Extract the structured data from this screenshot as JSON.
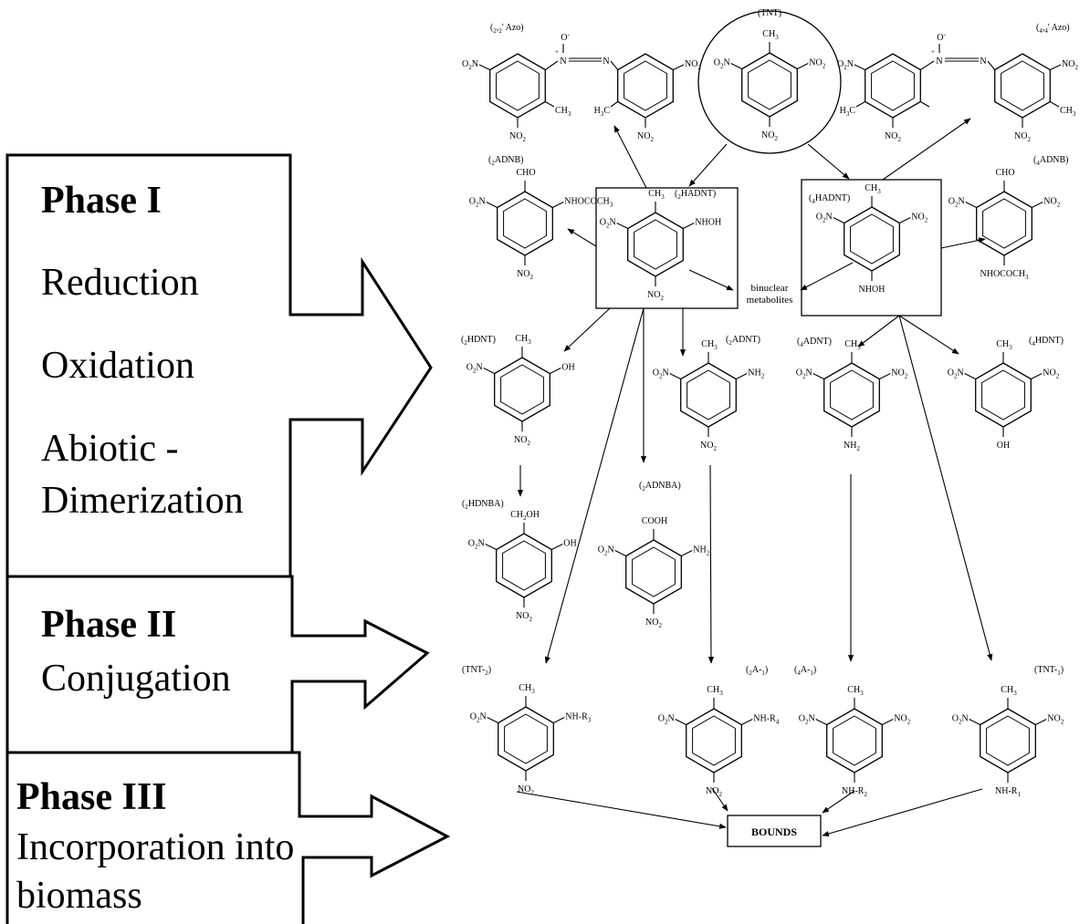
{
  "phases": [
    {
      "title": "Phase I",
      "items": [
        "Reduction",
        "Oxidation",
        "Abiotic -",
        "Dimerization"
      ]
    },
    {
      "title": "Phase II",
      "items": [
        "Conjugation"
      ]
    },
    {
      "title": "Phase III",
      "items": [
        "Incorporation into",
        "biomass"
      ]
    }
  ],
  "compounds": {
    "tnt": {
      "label": "(TNT)",
      "top": "CH3",
      "left": "O2N",
      "right": "NO2",
      "bottom": "NO2"
    },
    "azo22": {
      "label": "(2,2' Azo)",
      "ring1_left": "O2N",
      "ring1_bottom": "NO2",
      "ring1_sub": "CH3",
      "ring2_sub": "H3C",
      "ring2_right": "NO2",
      "ring2_bottom": "NO2",
      "oxide": "O-",
      "plus": "+",
      "n1": "N",
      "n2": "N"
    },
    "azo44": {
      "label": "(4,4' Azo)",
      "ring1_left": "O2N",
      "ring1_bottom": "NO2",
      "ring1_sub": "H3C",
      "ring2_sub": "CH3",
      "ring2_right": "NO2",
      "ring2_bottom": "NO2",
      "oxide": "O-",
      "plus": "+",
      "n1": "N",
      "n2": "N"
    },
    "adnb2": {
      "label": "(2ADNB)",
      "top": "CHO",
      "left": "O2N",
      "right": "NHOCOCH3",
      "bottom": "NO2"
    },
    "hadnt2": {
      "label": "(2HADNT)",
      "top": "CH3",
      "left": "O2N",
      "right": "NHOH",
      "bottom": "NO2"
    },
    "hadnt4": {
      "label": "(4HADNT)",
      "top": "CH3",
      "left": "O2N",
      "right": "NO2",
      "bottom": "NHOH"
    },
    "adnb4": {
      "label": "(4ADNB)",
      "top": "CHO",
      "left": "O2N",
      "right": "NO2",
      "bottom": "NHOCOCH3"
    },
    "binuclear": {
      "line1": "binuclear",
      "line2": "metabolites"
    },
    "hdnt2": {
      "label": "(2HDNT)",
      "top": "CH3",
      "left": "O2N",
      "right": "OH",
      "bottom": "NO2"
    },
    "adnt2": {
      "label": "(2ADNT)",
      "top": "CH3",
      "left": "O2N",
      "right": "NH2",
      "bottom": "NO2"
    },
    "adnt4": {
      "label": "(4ADNT)",
      "top": "CH3",
      "left": "O2N",
      "right": "NO2",
      "bottom": "NH2"
    },
    "hdnt4": {
      "label": "(4HDNT)",
      "top": "CH3",
      "left": "O2N",
      "right": "NO2",
      "bottom": "OH"
    },
    "hdnba2": {
      "label": "(2HDNBA)",
      "top": "CH2OH",
      "left": "O2N",
      "right": "OH",
      "bottom": "NO2"
    },
    "adnba2": {
      "label": "(2ADNBA)",
      "top": "COOH",
      "left": "O2N",
      "right": "NH2",
      "bottom": "NO2"
    },
    "tnt2": {
      "label": "(TNT-2)",
      "top": "CH3",
      "left": "O2N",
      "right": "NH-R3",
      "bottom": "NO2"
    },
    "a21": {
      "label": "(2A-1)",
      "top": "CH3",
      "left": "O2N",
      "right": "NH-R4",
      "bottom": "NO2"
    },
    "a41": {
      "label": "(4A-1)",
      "top": "CH3",
      "left": "O2N",
      "right": "NO2",
      "bottom": "NH-R2"
    },
    "tnt1": {
      "label": "(TNT-1)",
      "top": "CH3",
      "left": "O2N",
      "right": "NO2",
      "bottom": "NH-R1"
    }
  },
  "bounds": "BOUNDS"
}
